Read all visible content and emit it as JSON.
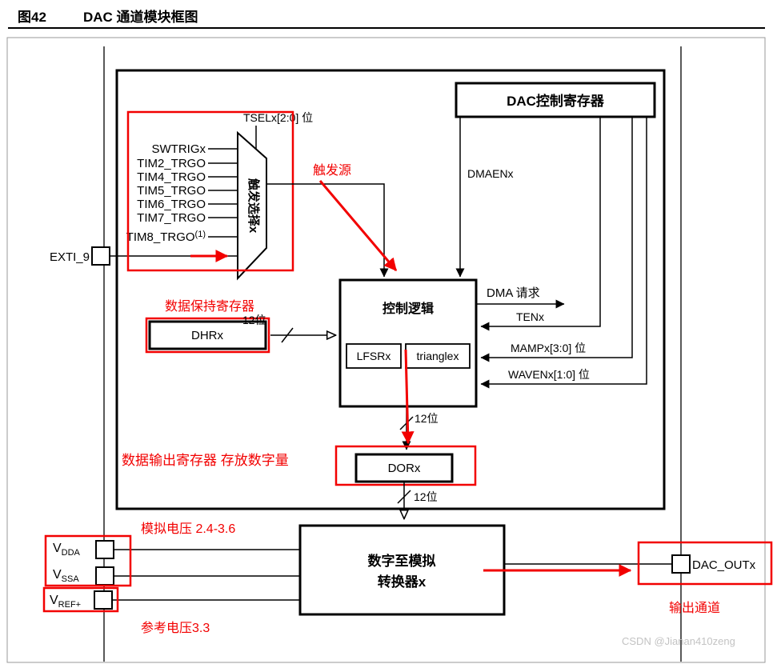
{
  "header": {
    "figure_label": "图42",
    "title": "DAC 通道模块框图"
  },
  "colors": {
    "annotation": "#f20000",
    "line": "#000000",
    "watermark": "#c3c3c3"
  },
  "watermark": "CSDN @Jianan410zeng",
  "register": {
    "title": "DAC控制寄存器"
  },
  "signals": {
    "tsel": "TSELx[2:0] 位",
    "dmaen": "DMAENx",
    "dma_request": "DMA 请求",
    "ten": "TENx",
    "mamp": "MAMPx[3:0] 位",
    "waven": "WAVENx[1:0] 位",
    "bus_width": "12位"
  },
  "mux": {
    "label": "触发选择x",
    "inputs": [
      "SWTRIGx",
      "TIM2_TRGO",
      "TIM4_TRGO",
      "TIM5_TRGO",
      "TIM6_TRGO",
      "TIM7_TRGO"
    ],
    "tim8": {
      "label": "TIM8_TRGO",
      "sup": "(1)"
    }
  },
  "control_logic": {
    "title": "控制逻辑",
    "lfsr": "LFSRx",
    "triangle": "trianglex"
  },
  "data_registers": {
    "dhr": "DHRx",
    "dor": "DORx"
  },
  "converter": {
    "line1": "数字至模拟",
    "line2": "转换器x"
  },
  "pins": {
    "exti": "EXTI_9",
    "vdda": {
      "base": "V",
      "sub": "DDA"
    },
    "vssa": {
      "base": "V",
      "sub": "SSA"
    },
    "vref": {
      "base": "V",
      "sub": "REF+"
    },
    "dac_out": "DAC_OUTx"
  },
  "annotations": {
    "trigger_source": "触发源",
    "data_holding_register": "数据保持寄存器",
    "data_output_register": "数据输出寄存器 存放数字量",
    "analog_voltage": "模拟电压 2.4-3.6",
    "reference_voltage": "参考电压3.3",
    "output_channel": "输出通道"
  }
}
